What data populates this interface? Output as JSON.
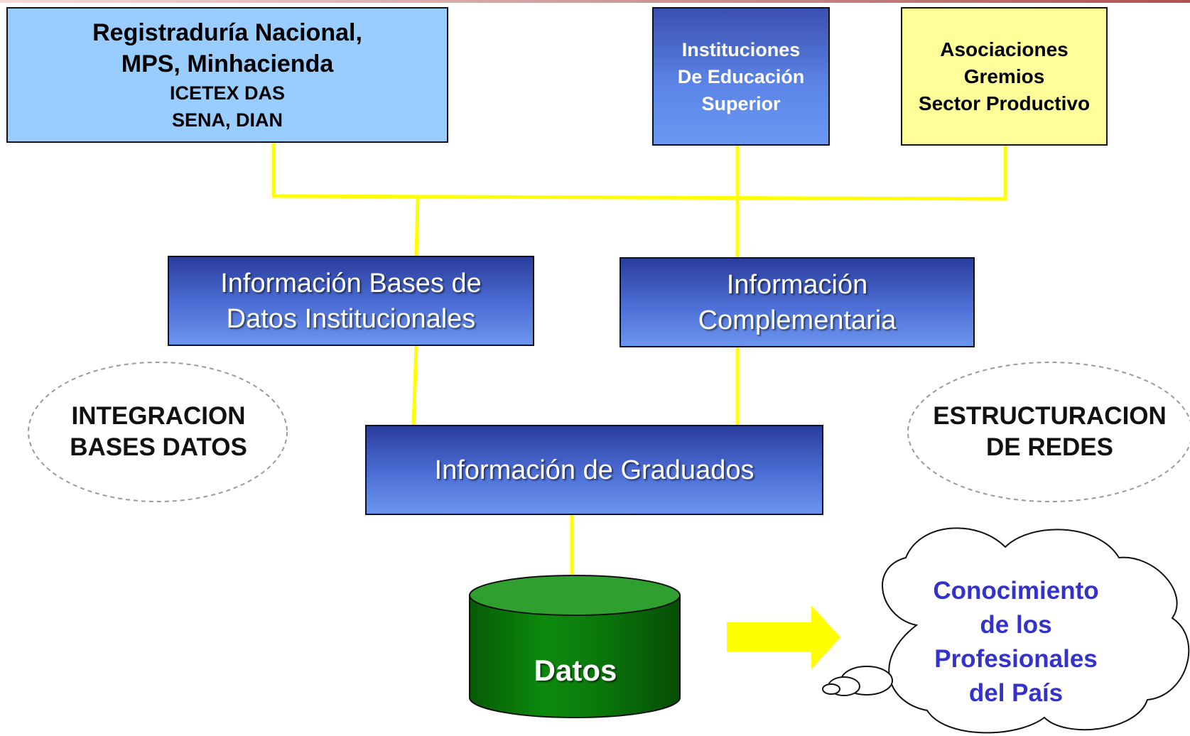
{
  "sources": {
    "government": {
      "line1": "Registraduría Nacional,",
      "line2": "MPS, Minhacienda",
      "line3": "ICETEX DAS",
      "line4": "SENA, DIAN"
    },
    "education": {
      "line1": "Instituciones",
      "line2": "De Educación",
      "line3": "Superior"
    },
    "productive": {
      "line1": "Asociaciones",
      "line2": "Gremios",
      "line3": "Sector Productivo"
    }
  },
  "information": {
    "bases": {
      "line1": "Información Bases de",
      "line2": "Datos Institucionales"
    },
    "complementary": {
      "line1": "Información",
      "line2": "Complementaria"
    },
    "graduates": {
      "line1": "Información de Graduados"
    }
  },
  "annotations": {
    "integration": {
      "line1": "INTEGRACION",
      "line2": "BASES DATOS"
    },
    "structuring": {
      "line1": "ESTRUCTURACION",
      "line2": "DE REDES"
    }
  },
  "database": {
    "label": "Datos"
  },
  "outcome": {
    "line1": "Conocimiento",
    "line2": "de los",
    "line3": "Profesionales",
    "line4": "del País"
  },
  "colors": {
    "connector": "#ffff00",
    "gov_box": "#99ccff",
    "gremios_box": "#ffff99",
    "info_box": "#4d6fd6",
    "database": "#0a7a0a",
    "outcome_text": "#3333cc"
  }
}
